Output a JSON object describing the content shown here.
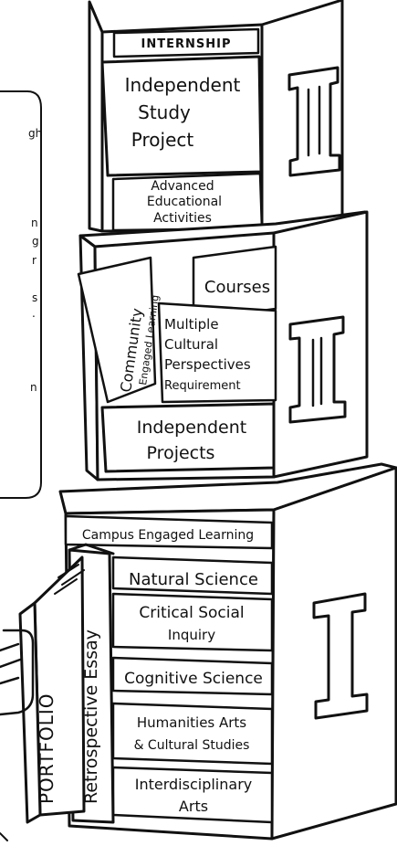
{
  "tiers": {
    "tier3": {
      "numeral": "III",
      "labels": {
        "internship": "INTERNSHIP",
        "independent_study_project": [
          "Independent",
          "Study",
          "Project"
        ],
        "advanced_educational_activities": [
          "Advanced",
          "Educational",
          "Activities"
        ]
      }
    },
    "tier2": {
      "numeral": "II",
      "labels": {
        "courses": "Courses",
        "community_engaged_learning": [
          "Community",
          "Engaged Learning"
        ],
        "multiple_cultural_perspectives": [
          "Multiple",
          "Cultural",
          "Perspectives",
          "Requirement"
        ],
        "independent_projects": [
          "Independent",
          "Projects"
        ]
      }
    },
    "tier1": {
      "numeral": "I",
      "labels": {
        "campus_engaged_learning": "Campus Engaged Learning",
        "natural_science": "Natural Science",
        "critical_social_inquiry": [
          "Critical Social",
          "Inquiry"
        ],
        "cognitive_science": "Cognitive Science",
        "humanities_arts": [
          "Humanities Arts",
          "& Cultural Studies"
        ],
        "interdisciplinary_arts": [
          "Interdisciplinary",
          "Arts"
        ],
        "portfolio": "PORTFOLIO",
        "retrospective_essay": "Retrospective Essay"
      }
    }
  },
  "colors": {
    "ink": "#111111",
    "paper": "#ffffff"
  }
}
